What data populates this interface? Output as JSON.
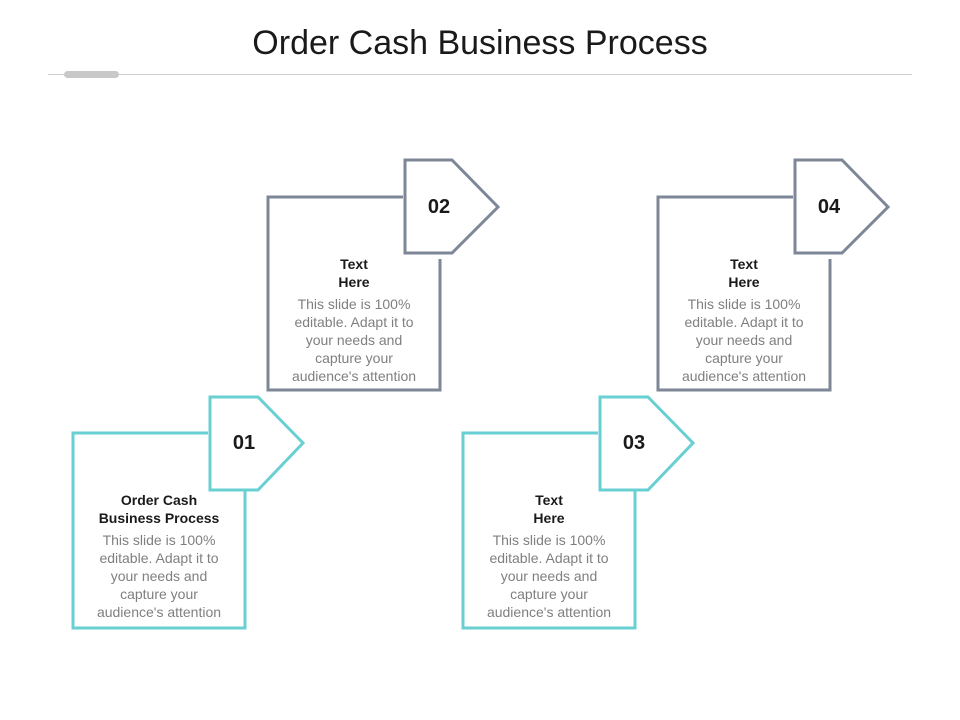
{
  "title": "Order Cash Business Process",
  "colors": {
    "teal": "#68cfd2",
    "slate": "#7e8797"
  },
  "steps": [
    {
      "number": "01",
      "heading_line1": "Order Cash",
      "heading_line2": "Business Process",
      "body": [
        "This slide is 100%",
        "editable. Adapt it to",
        "your needs and",
        "capture your",
        "audience's attention"
      ]
    },
    {
      "number": "02",
      "heading_line1": "Text",
      "heading_line2": "Here",
      "body": [
        "This slide is 100%",
        "editable. Adapt it to",
        "your needs and",
        "capture your",
        "audience's attention"
      ]
    },
    {
      "number": "03",
      "heading_line1": "Text",
      "heading_line2": "Here",
      "body": [
        "This slide is 100%",
        "editable. Adapt it to",
        "your needs and",
        "capture your",
        "audience's attention"
      ]
    },
    {
      "number": "04",
      "heading_line1": "Text",
      "heading_line2": "Here",
      "body": [
        "This slide is 100%",
        "editable. Adapt it to",
        "your needs and",
        "capture your",
        "audience's attention"
      ]
    }
  ]
}
